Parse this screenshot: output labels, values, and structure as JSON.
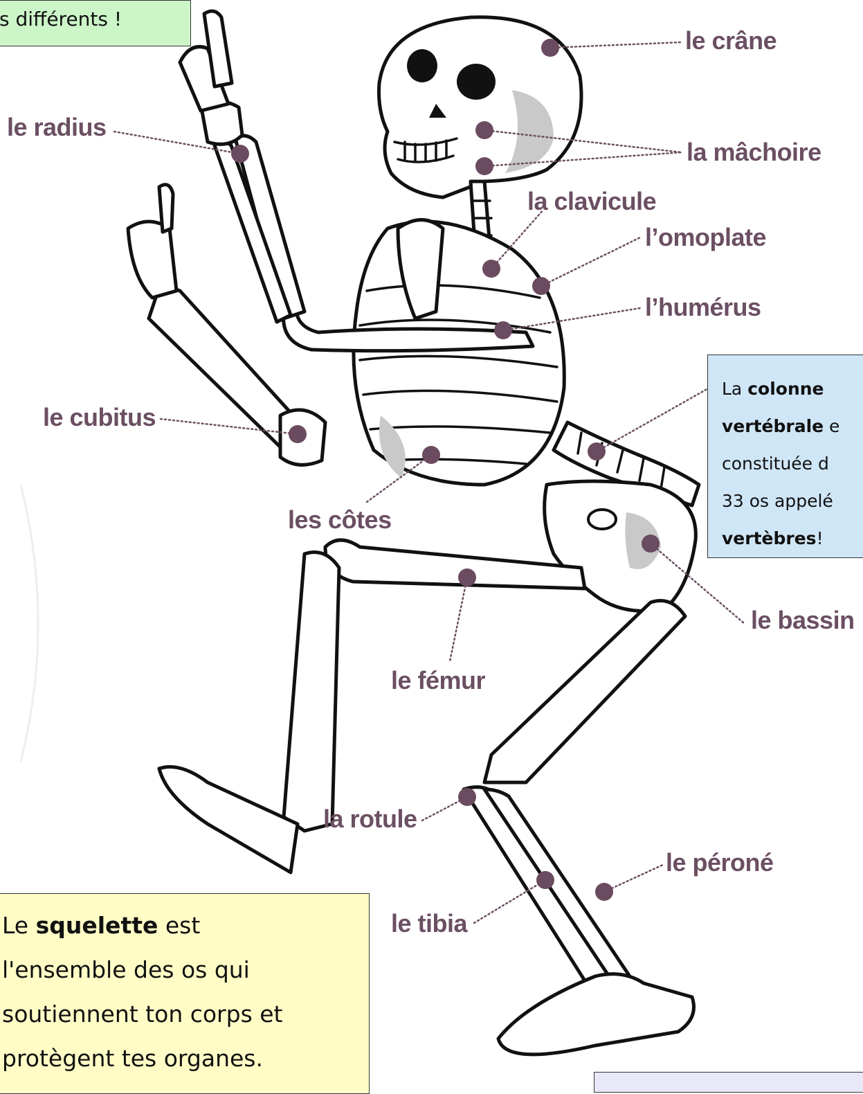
{
  "top_note": {
    "text": "s différents !"
  },
  "labels": {
    "crane": "le crâne",
    "machoire": "la mâchoire",
    "clavicule": "la clavicule",
    "omoplate": "l’omoplate",
    "humerus": "l’humérus",
    "radius": "le radius",
    "cubitus": "le cubitus",
    "cotes": "les côtes",
    "femur": "le fémur",
    "bassin": "le bassin",
    "rotule": "la rotule",
    "perone": "le péroné",
    "tibia": "le tibia"
  },
  "spine_note": {
    "l1_a": "La ",
    "l1_b": "colonne",
    "l2_a": "vertébrale",
    "l2_b": " e",
    "l3": "constituée d",
    "l4": "33 os appelé",
    "l5_a": "vertèbres",
    "l5_b": "!"
  },
  "skeleton_note": {
    "l1_a": "Le ",
    "l1_b": "squelette",
    "l1_c": " est",
    "l2": "l'ensemble des os qui",
    "l3": "soutiennent ton corps et",
    "l4": "protègent tes organes."
  },
  "colors": {
    "label": "#6b4f63",
    "dot": "#6b4b60",
    "green_box": "#ccf5c8",
    "blue_box": "#cfe6f7",
    "yellow_box": "#fffcc6"
  }
}
